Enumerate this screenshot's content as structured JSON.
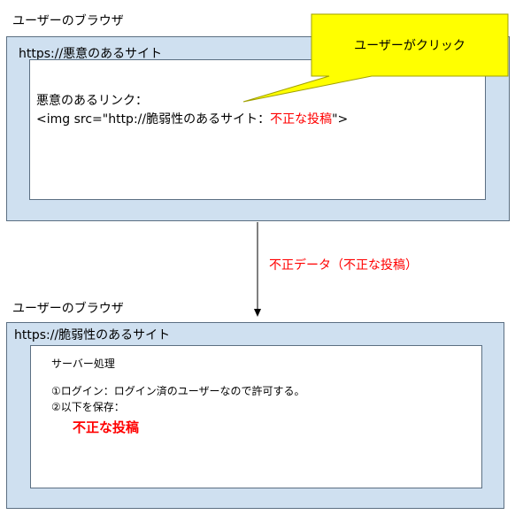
{
  "top_section": {
    "title": "ユーザーのブラウザ",
    "url": "https://悪意のあるサイト",
    "link_label": "悪意のあるリンク：",
    "link_code_prefix": "<img src=\"http://脆弱性のあるサイト：",
    "link_code_highlight": "不正な投稿",
    "link_code_suffix": "\">"
  },
  "callout": {
    "text": "ユーザーがクリック",
    "fill_color": "#ffff00",
    "stroke_color": "#a0a000"
  },
  "flow": {
    "label": "不正データ（不正な投稿）",
    "label_color": "#ff0000"
  },
  "bottom_section": {
    "title": "ユーザーのブラウザ",
    "url": "https://脆弱性のあるサイト",
    "server_title": "サーバー処理",
    "step1": "①ログイン：ログイン済のユーザーなので許可する。",
    "step2": "②以下を保存：",
    "saved_post": "不正な投稿"
  },
  "colors": {
    "browser_frame": "#cfe0f0",
    "highlight": "#ff0000"
  }
}
